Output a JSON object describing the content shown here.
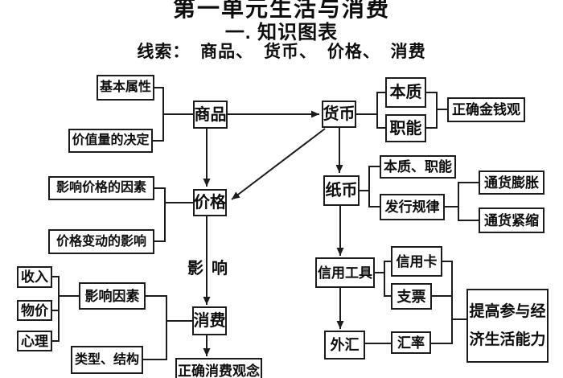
{
  "header": {
    "title": "第一单元生活与消费",
    "section": "一. 知识图表",
    "clues": "线索： 商品、 货币、 价格、 消费"
  },
  "nodes": {
    "jiben_shuxing": "基本属性",
    "jiazhiliang_jueding": "价值量的决定",
    "shangpin": "商品",
    "huobi": "货币",
    "benzhi": "本质",
    "zhineng": "职能",
    "zhengque_jinqianguan": "正确金钱观",
    "zhibi": "纸币",
    "benzhi_zhineng": "本质、职能",
    "faxing_guilv": "发行规律",
    "tonghuo_pengzhang": "通货膨胀",
    "tonghuo_jinsuo": "通货紧缩",
    "yingxiang_jiage_yinsu": "影响价格的因素",
    "jiage_biandong_yingxiang": "价格变动的影响",
    "jiage": "价格",
    "shouru": "收入",
    "wujia": "物价",
    "xinli": "心理",
    "yingxiang_yinsu": "影响因素",
    "leixing_jiegou": "类型、结构",
    "xiaofei": "消费",
    "zhengque_xiaofei_guannian": "正确消费观念",
    "xinyong_gongju": "信用工具",
    "xinyongka": "信用卡",
    "zhipiao": "支票",
    "waihui": "外汇",
    "huilv": "汇率",
    "tigao_line1": "提高参与经",
    "tigao_line2": "济生活能力"
  },
  "labels": {
    "yingxiang_left": "影",
    "yingxiang_right": "响"
  },
  "colors": {
    "ink": "#1c1c1c",
    "background": "#ffffff"
  },
  "edges": [
    {
      "from": "基本属性",
      "to": "商品",
      "style": "line"
    },
    {
      "from": "价值量的决定",
      "to": "商品",
      "style": "line"
    },
    {
      "from": "商品",
      "to": "货币",
      "style": "arrow"
    },
    {
      "from": "商品",
      "to": "价格",
      "style": "arrow"
    },
    {
      "from": "货币",
      "to": "价格",
      "style": "arrow"
    },
    {
      "from": "货币",
      "to": "本质",
      "style": "line"
    },
    {
      "from": "货币",
      "to": "职能",
      "style": "line"
    },
    {
      "from": "本质",
      "to": "正确金钱观",
      "style": "line"
    },
    {
      "from": "职能",
      "to": "正确金钱观",
      "style": "line"
    },
    {
      "from": "货币",
      "to": "纸币",
      "style": "arrow"
    },
    {
      "from": "纸币",
      "to": "本质、职能",
      "style": "line"
    },
    {
      "from": "纸币",
      "to": "发行规律",
      "style": "line"
    },
    {
      "from": "发行规律",
      "to": "通货膨胀",
      "style": "line"
    },
    {
      "from": "发行规律",
      "to": "通货紧缩",
      "style": "line"
    },
    {
      "from": "影响价格的因素",
      "to": "价格",
      "style": "line"
    },
    {
      "from": "价格变动的影响",
      "to": "价格",
      "style": "line"
    },
    {
      "from": "价格",
      "to": "消费",
      "style": "arrow",
      "label": "影响"
    },
    {
      "from": "收入",
      "to": "影响因素",
      "style": "line"
    },
    {
      "from": "物价",
      "to": "影响因素",
      "style": "line"
    },
    {
      "from": "心理",
      "to": "影响因素",
      "style": "line"
    },
    {
      "from": "影响因素",
      "to": "消费",
      "style": "line"
    },
    {
      "from": "类型、结构",
      "to": "消费",
      "style": "line"
    },
    {
      "from": "消费",
      "to": "正确消费观念",
      "style": "arrow"
    },
    {
      "from": "纸币",
      "to": "信用工具",
      "style": "arrow"
    },
    {
      "from": "信用工具",
      "to": "信用卡",
      "style": "line"
    },
    {
      "from": "信用工具",
      "to": "支票",
      "style": "line"
    },
    {
      "from": "信用工具",
      "to": "外汇",
      "style": "arrow"
    },
    {
      "from": "外汇",
      "to": "汇率",
      "style": "line"
    },
    {
      "from": "信用卡",
      "to": "提高参与经济生活能力",
      "style": "line"
    },
    {
      "from": "支票",
      "to": "提高参与经济生活能力",
      "style": "line"
    },
    {
      "from": "汇率",
      "to": "提高参与经济生活能力",
      "style": "line"
    }
  ]
}
